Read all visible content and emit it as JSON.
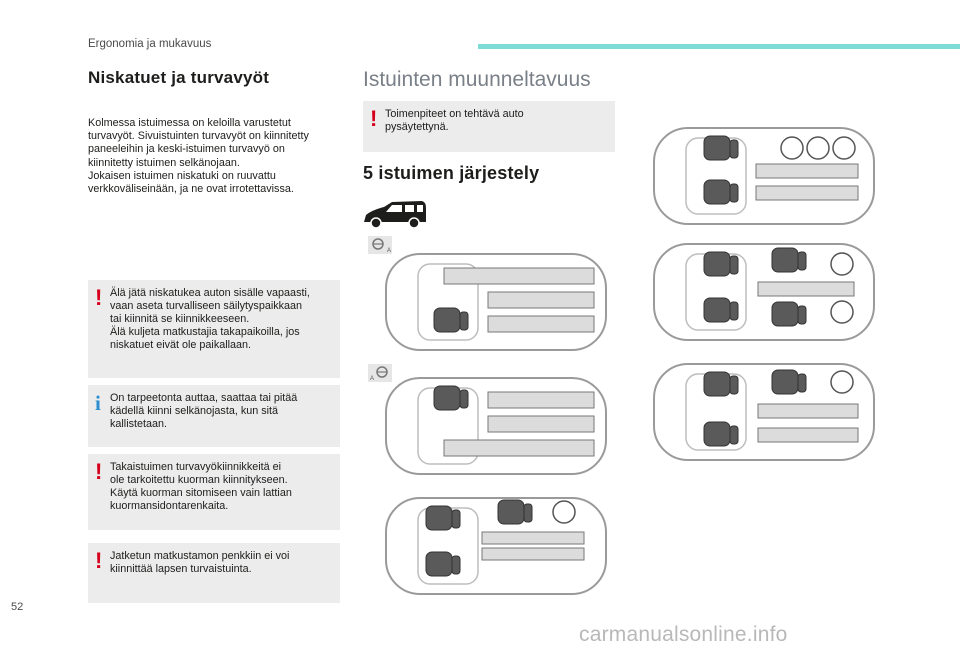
{
  "header": {
    "section": "Ergonomia ja mukavuus",
    "accent_color": "#7ddcd6"
  },
  "left": {
    "title": "Niskatuet ja turvavyöt",
    "paragraph_lines": [
      "Kolmessa istuimessa on keloilla varustetut",
      "turvavyöt. Sivuistuinten turvavyöt on kiinnitetty",
      "paneeleihin ja keski-istuimen turvavyö on",
      "kiinnitetty istuimen selkänojaan.",
      "Jokaisen istuimen niskatuki on ruuvattu",
      "verkkoväliseinään, ja ne ovat irrotettavissa."
    ],
    "notices": [
      {
        "type": "warning",
        "lines": [
          "Älä jätä niskatukea auton sisälle vapaasti,",
          "vaan aseta turvalliseen säilytyspaikkaan",
          "tai kiinnitä se kiinnikkeeseen.",
          "Älä kuljeta matkustajia takapaikoilla, jos",
          "niskatuet eivät ole paikallaan."
        ]
      },
      {
        "type": "info",
        "lines": [
          "On tarpeetonta auttaa, saattaa tai pitää",
          "kädellä kiinni selkänojasta, kun sitä",
          "kallistetaan."
        ]
      },
      {
        "type": "warning",
        "lines": [
          "Takaistuimen turvavyökiinnikkeitä ei",
          "ole tarkoitettu kuorman kiinnitykseen.",
          "Käytä kuorman sitomiseen vain lattian",
          "kuormansidontarenkaita."
        ]
      },
      {
        "type": "warning",
        "lines": [
          "Jatketun matkustamon penkkiin ei voi",
          "kiinnittää lapsen turvaistuinta."
        ]
      }
    ]
  },
  "right": {
    "title": "Istuinten muunneltavuus",
    "notice": {
      "type": "warning",
      "lines": [
        "Toimenpiteet on tehtävä auto",
        "pysäytettynä."
      ]
    },
    "subtitle": "5 istuimen järjestely"
  },
  "page_number": "52",
  "watermark": "carmanualsonline.info",
  "colors": {
    "warning": "#d6001c",
    "info": "#2b8ed1",
    "panel": "#ececec"
  }
}
